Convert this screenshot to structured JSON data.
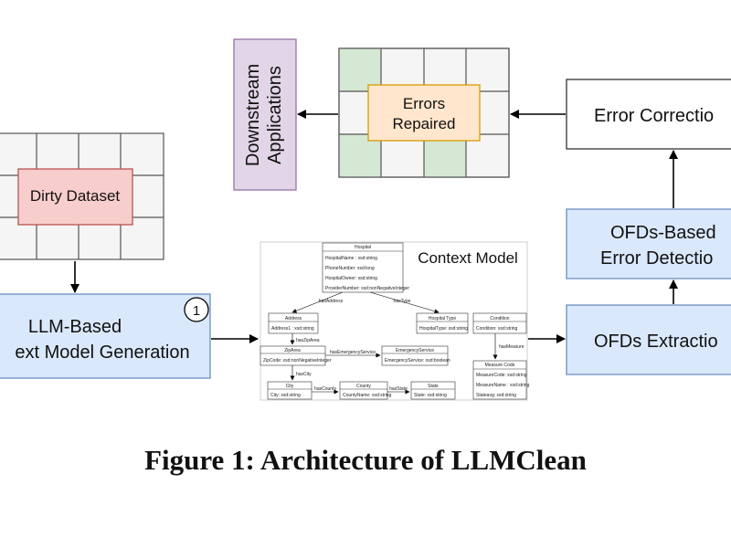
{
  "nodes": {
    "dirty_dataset": "Dirty Dataset",
    "llm_line1": "LLM-Based",
    "llm_line2": "ext Model Generation",
    "step_number": "1",
    "context_model_title": "Context Model",
    "ofds_extraction": "OFDs Extractio",
    "ofds_detection_line1": "OFDs-Based",
    "ofds_detection_line2": "Error Detectio",
    "error_correction": "Error Correctio",
    "errors_repaired_line1": "Errors",
    "errors_repaired_line2": "Repaired",
    "downstream_line1": "Downstream",
    "downstream_line2": "Applications"
  },
  "context_model": {
    "hospital": {
      "title": "Hospital",
      "rows": [
        "HospitalName : xsd:string",
        "PhoneNumber: xsd:long",
        "HospitalOwner: xsd:string",
        "ProviderNumber: xsd:nonNegativeInteger"
      ]
    },
    "address": {
      "title": "Address",
      "rows": [
        "Address1 : xsd:string"
      ]
    },
    "hospital_type": {
      "title": "Hospital Type",
      "rows": [
        "HospitalType: xsd:string"
      ]
    },
    "condition": {
      "title": "Condition",
      "rows": [
        "Condition: xsd:string"
      ]
    },
    "zip_area": {
      "title": "ZipArea",
      "rows": [
        "ZipCode: xsd:nonNegativeInteger"
      ]
    },
    "emergency_service": {
      "title": "EmergencyService",
      "rows": [
        "EmergencyService: xsd:boolean"
      ]
    },
    "measure_code": {
      "title": "Measure Code",
      "rows": [
        "MeasureCode: xsd:string",
        "MeasureName : xsd:string",
        "Stateavg: xsd:string"
      ]
    },
    "city": {
      "title": "City",
      "rows": [
        "City: xsd:string"
      ]
    },
    "county": {
      "title": "County",
      "rows": [
        "CountyName: xsd:string"
      ]
    },
    "state": {
      "title": "State",
      "rows": [
        "State: xsd:string"
      ]
    },
    "edges": {
      "has_address": "hasAddress",
      "has_type": "hasType",
      "has_zip_area": "hasZipArea",
      "has_emergency_service": "hasEmergencyService",
      "has_measure": "hasMeasure",
      "has_city": "hasCity",
      "has_county": "hasCounty",
      "has_state": "hasState"
    }
  },
  "caption": "Figure 1: Architecture of LLMClean",
  "colors": {
    "red_fill": "#f8cecc",
    "red_stroke": "#b85450",
    "blue_fill": "#dae8fc",
    "blue_stroke": "#6c8ebf",
    "orange_fill": "#ffe6cc",
    "orange_stroke": "#d79b00",
    "purple_fill": "#e1d5e7",
    "purple_stroke": "#9673a6",
    "green_fill": "#d5e8d4",
    "grid_stroke": "#555555"
  }
}
